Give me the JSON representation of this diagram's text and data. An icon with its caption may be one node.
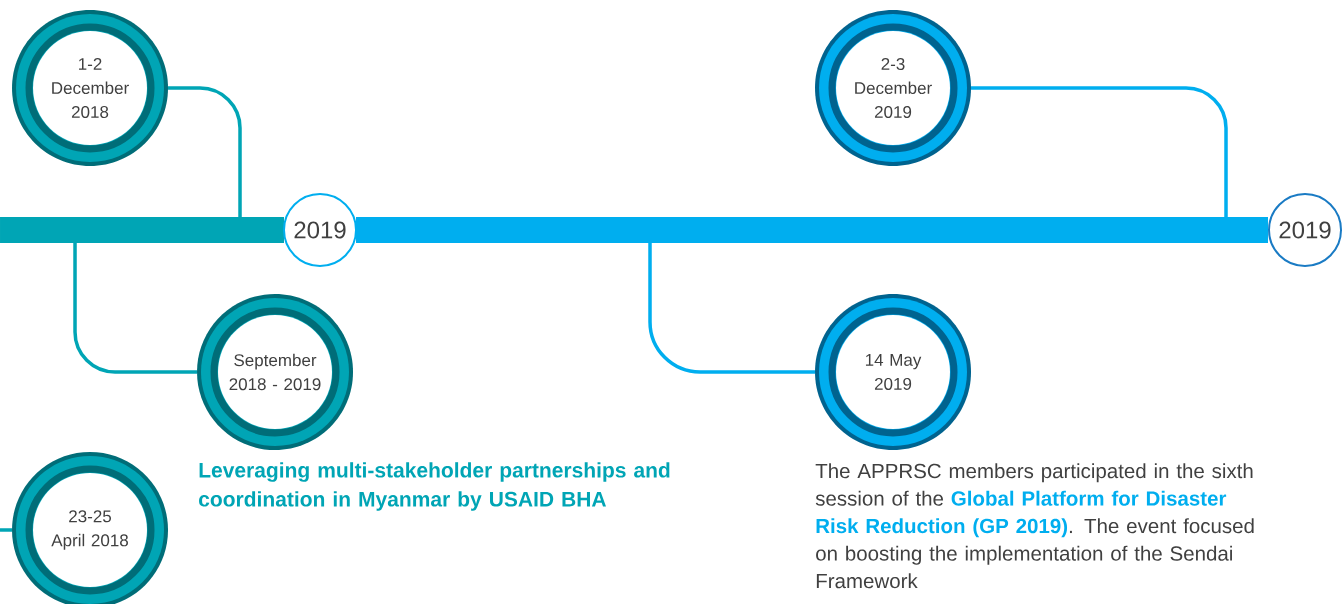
{
  "diagram": {
    "nodes": [
      {
        "text": [
          "1-2 December 2018"
        ]
      },
      {
        "text": [
          "2019"
        ]
      },
      {
        "text": [
          "2-3 December 2019"
        ]
      },
      {
        "text": [
          "2019"
        ]
      },
      {
        "text": [
          "September 2018 - 2019"
        ],
        "beside": [
          "Leveraging multi-stakeholder partnerships and coordination in Myanmar by USAID BHA"
        ]
      },
      {
        "text": [
          "14 May 2019"
        ],
        "beside": [
          "The APPRSC members participated in the sixth session of the **Global Platform for Disaster Risk Reduction (GP 2019)**. The event focused on boosting the implementation of the Sendai Framework"
        ]
      },
      {
        "text": [
          "23-25 April 2018"
        ]
      }
    ],
    "edges": [
      {
        "from": null,
        "to": 1,
        "arrow": "none",
        "style": "thick"
      },
      {
        "from": 1,
        "to": 3,
        "arrow": "none",
        "style": "thick",
        "color": "#00aeef"
      },
      {
        "from": 0,
        "to": null,
        "arrow": "none"
      },
      {
        "from": null,
        "to": 4,
        "arrow": "none"
      },
      {
        "from": null,
        "to": 6,
        "arrow": "none"
      },
      {
        "from": null,
        "to": 5,
        "arrow": "none",
        "color": "#00aeef"
      },
      {
        "from": 2,
        "to": null,
        "arrow": "none",
        "color": "#00aeef"
      }
    ]
  }
}
